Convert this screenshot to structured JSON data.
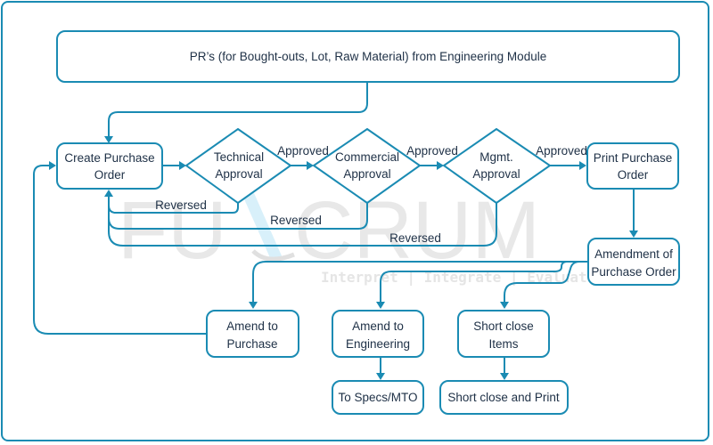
{
  "watermark": {
    "brand": "FULCRUM",
    "brand_left": "FU",
    "brand_right": "CRUM",
    "tagline": "Interpret | Integrate | Evaluate"
  },
  "colors": {
    "stroke": "#1a8bb3",
    "text": "#1e3046",
    "watermark": "#e8e8e8",
    "watermark_accent": "#d8f0fa"
  },
  "nodes": {
    "pr_source": {
      "lines": [
        "PR’s (for Bought-outs, Lot, Raw Material) from Engineering Module"
      ]
    },
    "create_po": {
      "lines": [
        "Create Purchase",
        "Order"
      ]
    },
    "technical_approval": {
      "lines": [
        "Technical",
        "Approval"
      ]
    },
    "commercial_approval": {
      "lines": [
        "Commercial",
        "Approval"
      ]
    },
    "mgmt_approval": {
      "lines": [
        "Mgmt.",
        "Approval"
      ]
    },
    "print_po": {
      "lines": [
        "Print Purchase",
        "Order"
      ]
    },
    "amendment_po": {
      "lines": [
        "Amendment of",
        "Purchase Order"
      ]
    },
    "amend_purchase": {
      "lines": [
        "Amend to",
        "Purchase"
      ]
    },
    "amend_engineering": {
      "lines": [
        "Amend to",
        "Engineering"
      ]
    },
    "short_close_items": {
      "lines": [
        "Short close",
        "Items"
      ]
    },
    "specs_mto": {
      "lines": [
        "To Specs/MTO"
      ]
    },
    "short_close_print": {
      "lines": [
        "Short close and Print"
      ]
    }
  },
  "edge_labels": {
    "approved_1": "Approved",
    "approved_2": "Approved",
    "approved_3": "Approved",
    "reversed_1": "Reversed",
    "reversed_2": "Reversed",
    "reversed_3": "Reversed"
  }
}
